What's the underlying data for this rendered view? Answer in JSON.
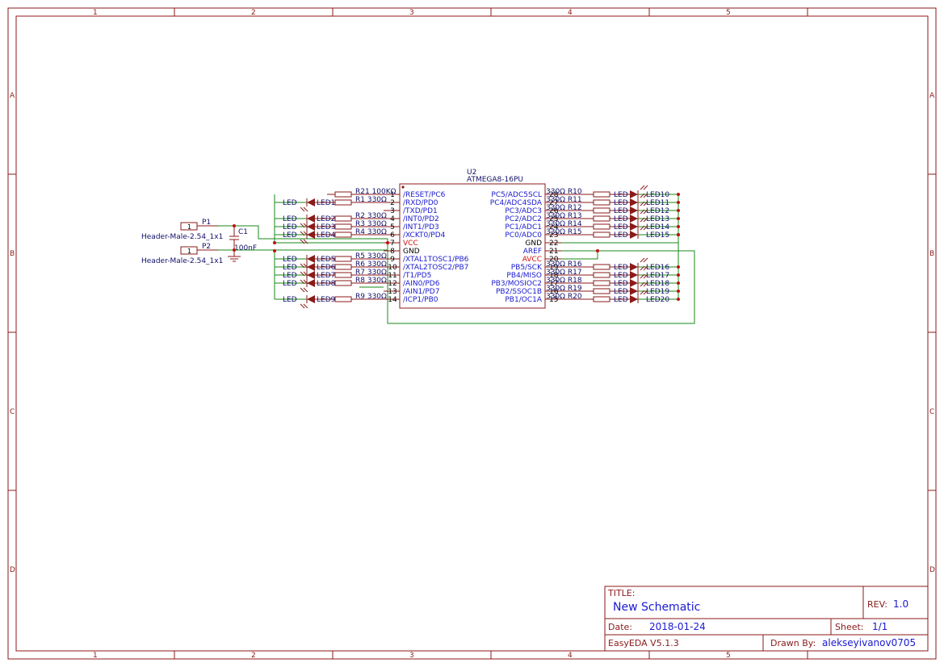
{
  "frame": {
    "columns": [
      "1",
      "2",
      "3",
      "4",
      "5"
    ],
    "rows": [
      "A",
      "B",
      "C",
      "D"
    ]
  },
  "title_block": {
    "title_label": "TITLE:",
    "title": "New Schematic",
    "rev_label": "REV:",
    "rev": "1.0",
    "date_label": "Date:",
    "date": "2018-01-24",
    "sheet_label": "Sheet:",
    "sheet": "1/1",
    "software": "EasyEDA V5.1.3",
    "drawn_by_label": "Drawn By:",
    "drawn_by": "alekseyivanov0705"
  },
  "chip": {
    "ref": "U2",
    "part": "ATMEGA8-16PU",
    "left_pins": [
      {
        "num": "1",
        "name": "/RESET/PC6"
      },
      {
        "num": "2",
        "name": "/RXD/PD0"
      },
      {
        "num": "3",
        "name": "/TXD/PD1"
      },
      {
        "num": "4",
        "name": "/INT0/PD2"
      },
      {
        "num": "5",
        "name": "/INT1/PD3"
      },
      {
        "num": "6",
        "name": "/XCKT0/PD4"
      },
      {
        "num": "7",
        "name": "VCC"
      },
      {
        "num": "8",
        "name": "GND"
      },
      {
        "num": "9",
        "name": "/XTAL1TOSC1/PB6"
      },
      {
        "num": "10",
        "name": "/XTAL2TOSC2/PB7"
      },
      {
        "num": "11",
        "name": "/T1/PD5"
      },
      {
        "num": "12",
        "name": "/AIN0/PD6"
      },
      {
        "num": "13",
        "name": "/AIN1/PD7"
      },
      {
        "num": "14",
        "name": "/ICP1/PB0"
      }
    ],
    "right_pins": [
      {
        "num": "28",
        "name": "PC5/ADC5SCL"
      },
      {
        "num": "27",
        "name": "PC4/ADC4SDA"
      },
      {
        "num": "26",
        "name": "PC3/ADC3"
      },
      {
        "num": "25",
        "name": "PC2/ADC2"
      },
      {
        "num": "24",
        "name": "PC1/ADC1"
      },
      {
        "num": "23",
        "name": "PC0/ADC0"
      },
      {
        "num": "22",
        "name": "GND"
      },
      {
        "num": "21",
        "name": "AREF"
      },
      {
        "num": "20",
        "name": "AVCC"
      },
      {
        "num": "19",
        "name": "PB5/SCK"
      },
      {
        "num": "18",
        "name": "PB4/MISO"
      },
      {
        "num": "17",
        "name": "PB3/MOSIOC2"
      },
      {
        "num": "16",
        "name": "PB2/SSOC1B"
      },
      {
        "num": "15",
        "name": "PB1/OC1A"
      }
    ]
  },
  "left_components": [
    {
      "res": "R21",
      "val": "100KΩ",
      "led": ""
    },
    {
      "res": "R1",
      "val": "330Ω",
      "led": "LED1"
    },
    {
      "res": "",
      "val": "",
      "led": ""
    },
    {
      "res": "R2",
      "val": "330Ω",
      "led": "LED2"
    },
    {
      "res": "R3",
      "val": "330Ω",
      "led": "LED3"
    },
    {
      "res": "R4",
      "val": "330Ω",
      "led": "LED4"
    },
    {
      "res": "",
      "val": "",
      "led": ""
    },
    {
      "res": "",
      "val": "",
      "led": ""
    },
    {
      "res": "R5",
      "val": "330Ω",
      "led": "LED5"
    },
    {
      "res": "R6",
      "val": "330Ω",
      "led": "LED6"
    },
    {
      "res": "R7",
      "val": "330Ω",
      "led": "LED7"
    },
    {
      "res": "R8",
      "val": "330Ω",
      "led": "LED8"
    },
    {
      "res": "",
      "val": "",
      "led": ""
    },
    {
      "res": "R9",
      "val": "330Ω",
      "led": "LED9"
    }
  ],
  "right_components": [
    {
      "res": "R10",
      "val": "330Ω",
      "led": "LED10"
    },
    {
      "res": "R11",
      "val": "330Ω",
      "led": "LED11"
    },
    {
      "res": "R12",
      "val": "330Ω",
      "led": "LED12"
    },
    {
      "res": "R13",
      "val": "330Ω",
      "led": "LED13"
    },
    {
      "res": "R14",
      "val": "330Ω",
      "led": "LED14"
    },
    {
      "res": "R15",
      "val": "330Ω",
      "led": "LED15"
    },
    {
      "res": "",
      "val": "",
      "led": ""
    },
    {
      "res": "",
      "val": "",
      "led": ""
    },
    {
      "res": "",
      "val": "",
      "led": ""
    },
    {
      "res": "R16",
      "val": "330Ω",
      "led": "LED16"
    },
    {
      "res": "R17",
      "val": "330Ω",
      "led": "LED17"
    },
    {
      "res": "R18",
      "val": "330Ω",
      "led": "LED18"
    },
    {
      "res": "R19",
      "val": "330Ω",
      "led": "LED19"
    },
    {
      "res": "R20",
      "val": "330Ω",
      "led": "LED20"
    }
  ],
  "led_type_label": "LED",
  "headers": [
    {
      "ref": "P1",
      "pin": "1",
      "part": "Header-Male-2.54_1x1"
    },
    {
      "ref": "P2",
      "pin": "1",
      "part": "Header-Male-2.54_1x1"
    }
  ],
  "capacitor": {
    "ref": "C1",
    "val": "100nF"
  },
  "colors": {
    "frame": "#8b1a1a",
    "wire": "#1a8a1a",
    "part": "#8b1a1a",
    "text": "#1a1ad0",
    "power": "#d01010"
  }
}
